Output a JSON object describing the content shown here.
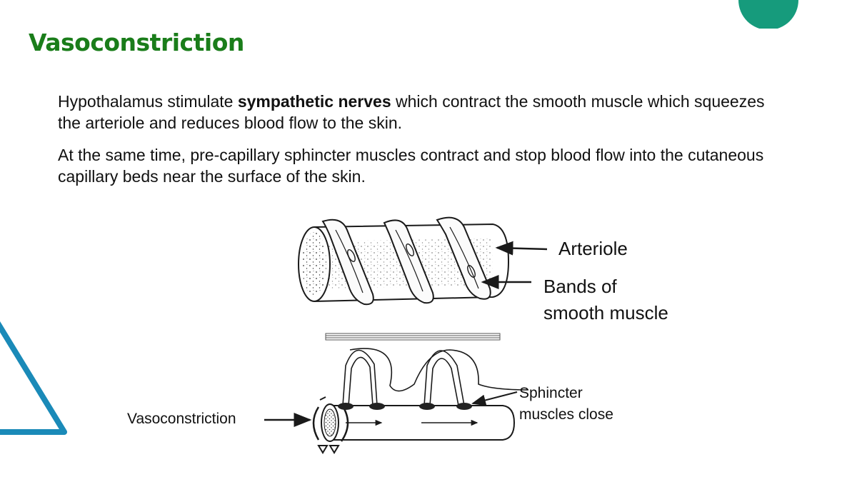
{
  "slide": {
    "title": "Vasoconstriction",
    "paragraph1": {
      "before": "Hypothalamus stimulate ",
      "bold": "sympathetic nerves",
      "after": " which contract the smooth muscle which squeezes the arteriole and reduces blood flow to the skin."
    },
    "paragraph2": " At the same time, pre-capillary sphincter muscles contract and stop blood flow into the cutaneous capillary beds near the surface of the skin."
  },
  "diagram": {
    "labels": {
      "arteriole": "Arteriole",
      "bands_line1": "Bands of",
      "bands_line2": "smooth muscle",
      "sphincter_line1": "Sphincter",
      "sphincter_line2": "muscles close",
      "vasoconstriction": "Vasoconstriction"
    }
  },
  "colors": {
    "title": "#1a7d1a",
    "accent_teal": "#169b7c",
    "accent_blue": "#1a8ab8",
    "line": "#1a1a1a"
  }
}
